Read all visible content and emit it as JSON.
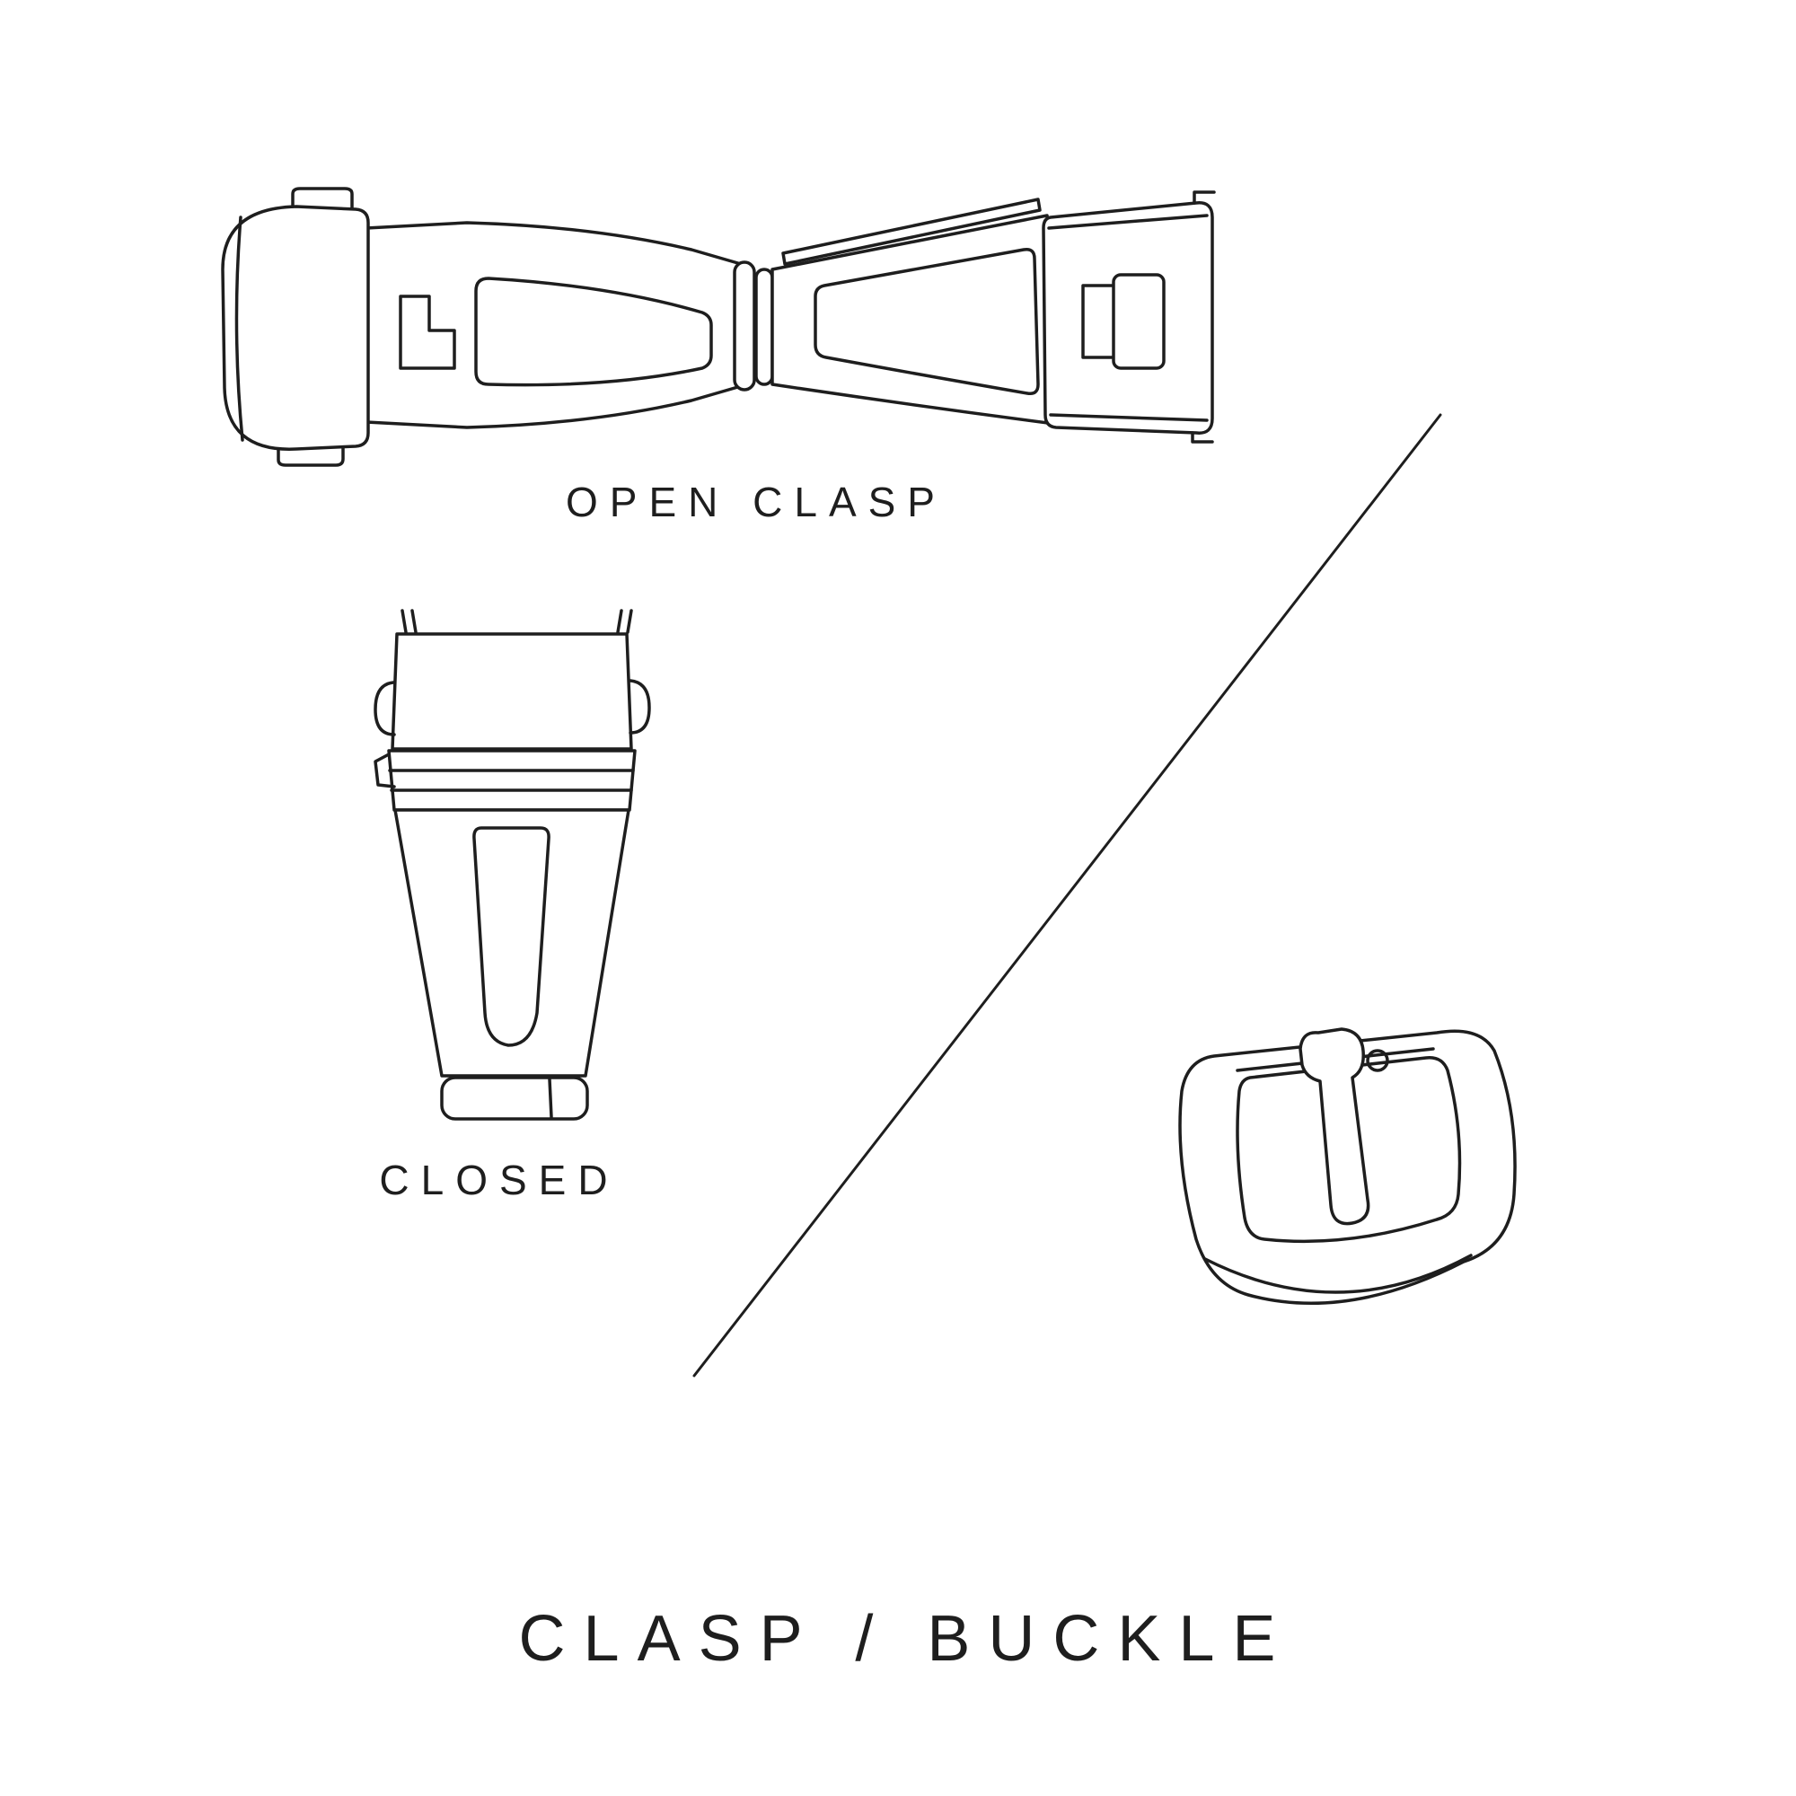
{
  "page": {
    "background": "#ffffff",
    "ink": "#1e1e1e"
  },
  "diagram": {
    "title": "CLASP / BUCKLE",
    "labels": {
      "open_clasp": "OPEN CLASP",
      "closed": "CLOSED"
    },
    "illustrations": [
      {
        "name": "open-clasp-illustration"
      },
      {
        "name": "closed-clasp-illustration"
      },
      {
        "name": "buckle-illustration"
      }
    ]
  }
}
